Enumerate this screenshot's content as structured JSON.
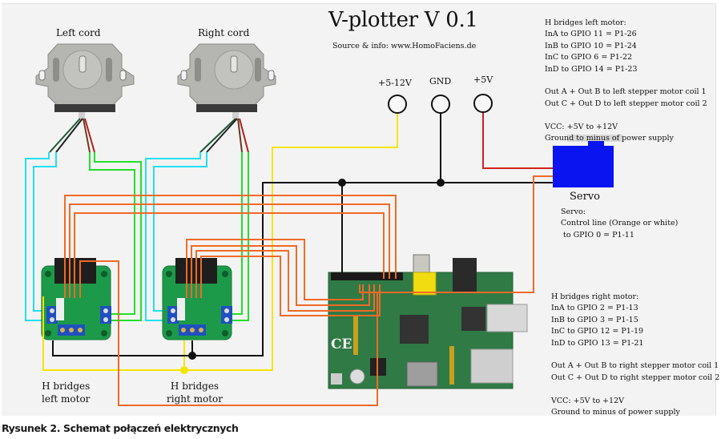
{
  "diagram": {
    "title": "V-plotter V 0.1",
    "source": "Source & info: www.HomoFaciens.de",
    "motor_labels": {
      "left": "Left cord",
      "right": "Right cord"
    },
    "hbridge_labels": {
      "left": [
        "H bridges",
        "left motor"
      ],
      "right": [
        "H bridges",
        "right motor"
      ]
    },
    "power_terminals": [
      {
        "label": "+5-12V",
        "wire_color": "#f5e600"
      },
      {
        "label": "GND",
        "wire_color": "#111111"
      },
      {
        "label": "+5V",
        "wire_color": "#d42020"
      }
    ],
    "servo": {
      "label": "Servo",
      "color": "#0a14f0",
      "notes": [
        "Servo:",
        "Control line (Orange or white)",
        " to GPIO 0 = P1-11"
      ]
    },
    "notes_left_motor": [
      "H bridges left motor:",
      "InA to GPIO 11 = P1-26",
      "InB to GPIO 10 = P1-24",
      "InC to GPIO 6 = P1-22",
      "InD to GPIO 14 = P1-23",
      "",
      "Out A + Out B to left stepper motor coil 1",
      "Out C + Out D to left stepper motor coil 2",
      "",
      "VCC: +5V to +12V",
      "Ground to minus of power supply"
    ],
    "notes_right_motor": [
      "H bridges right motor:",
      "InA to GPIO 2 = P1-13",
      "InB to GPIO 3 = P1-15",
      "InC to GPIO 12 = P1-19",
      "InD to GPIO 13 = P1-21",
      "",
      "Out A + Out B to right stepper motor coil 1",
      "Out C + Out D to right stepper motor coil 2",
      "",
      "VCC: +5V to +12V",
      "Ground to minus of power supply"
    ],
    "board_marking": "CE",
    "wire_colors": {
      "coil1": "#22e0f0",
      "coil2": "#22e02a",
      "signal": "#f06a28",
      "vcc": "#f5e600",
      "gnd": "#111111",
      "servo_power": "#d42020"
    }
  },
  "caption": "Rysunek 2. Schemat połączeń elektrycznych"
}
